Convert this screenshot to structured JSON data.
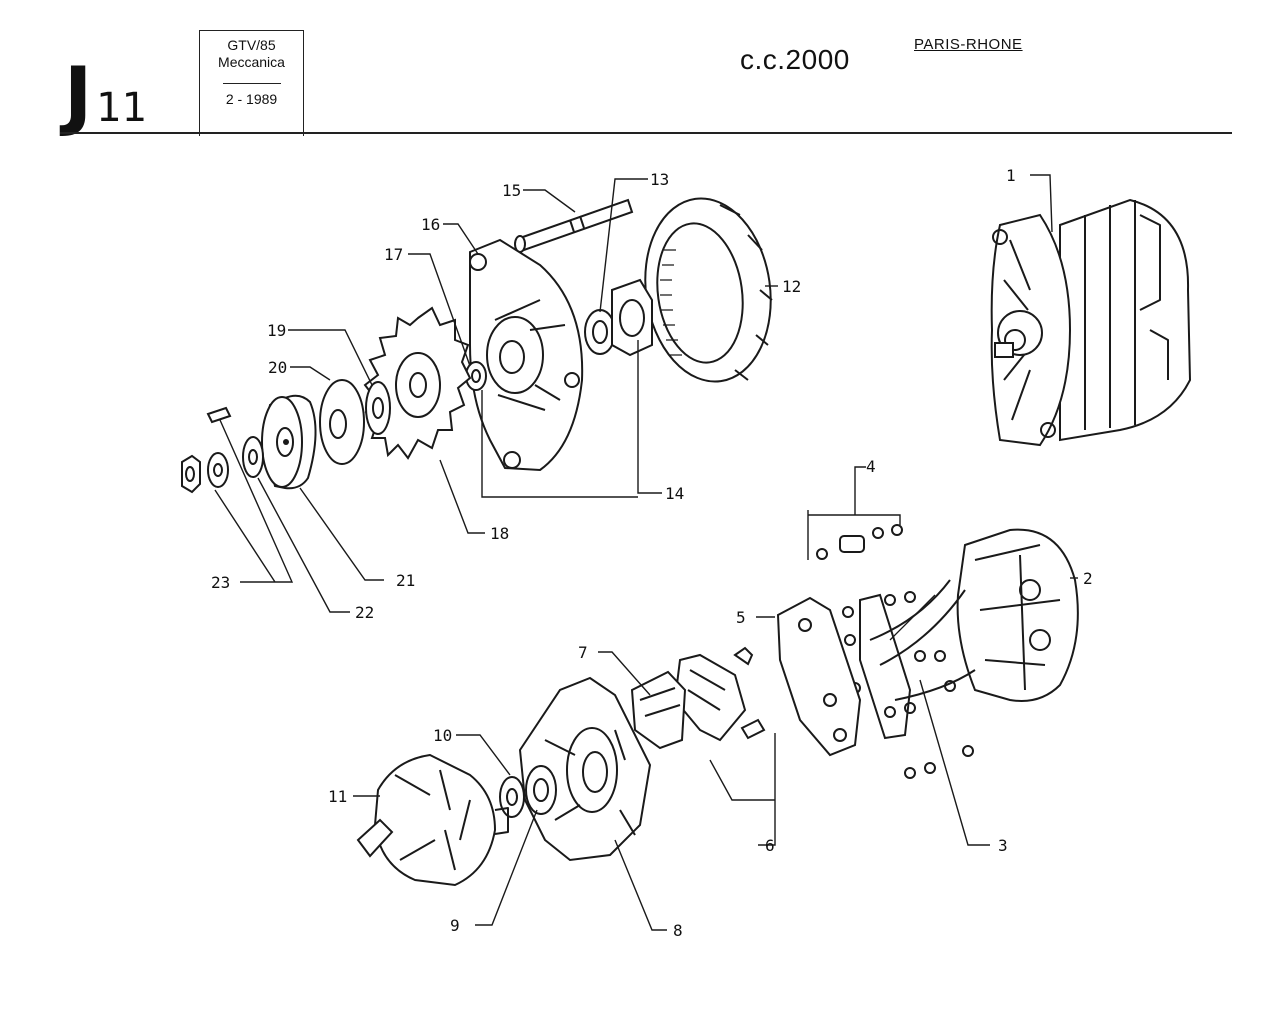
{
  "header": {
    "section_letter": "J",
    "section_number": "11",
    "model": "GTV/85",
    "group": "Meccanica",
    "date": "2 - 1989",
    "engine": "c.c.2000",
    "manufacturer": "PARIS-RHONE"
  },
  "callouts": [
    "1",
    "2",
    "3",
    "4",
    "5",
    "6",
    "7",
    "8",
    "9",
    "10",
    "11",
    "12",
    "13",
    "14",
    "15",
    "16",
    "17",
    "18",
    "19",
    "20",
    "21",
    "22",
    "23"
  ]
}
